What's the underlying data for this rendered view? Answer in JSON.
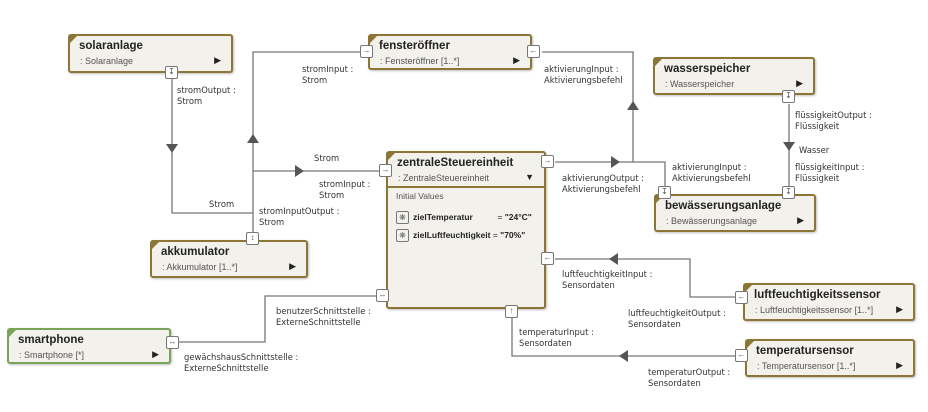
{
  "diagram": {
    "parts": {
      "solaranlage": {
        "name": "solaranlage",
        "type": ": Solaranlage",
        "expand_icon": "triangle-right-icon"
      },
      "fensteroeffner": {
        "name": "fensteröffner",
        "type": ": Fensteröffner [1..*]",
        "expand_icon": "triangle-right-icon"
      },
      "wasserspeicher": {
        "name": "wasserspeicher",
        "type": ": Wasserspeicher",
        "expand_icon": "triangle-right-icon"
      },
      "zentrale": {
        "name": "zentraleSteuereinheit",
        "type": ": ZentraleSteuereinheit",
        "expand_icon": "triangle-down-icon",
        "initial_values_label": "Initial Values",
        "initial_values": [
          {
            "name": "zielTemperatur",
            "equals": "=",
            "value": "\"24°C\""
          },
          {
            "name": "zielLuftfeuchtigkeit",
            "equals": "=",
            "value": "\"70%\""
          }
        ]
      },
      "bewaesserung": {
        "name": "bewässerungsanlage",
        "type": ": Bewässerungsanlage",
        "expand_icon": "triangle-right-icon"
      },
      "akkumulator": {
        "name": "akkumulator",
        "type": ": Akkumulator [1..*]",
        "expand_icon": "triangle-right-icon"
      },
      "luftsensor": {
        "name": "luftfeuchtigkeitssensor",
        "type": ": Luftfeuchtigkeitssensor [1..*]",
        "expand_icon": "triangle-right-icon"
      },
      "tempsensor": {
        "name": "temperatursensor",
        "type": ": Temperatursensor [1..*]",
        "expand_icon": "triangle-right-icon"
      },
      "smartphone": {
        "name": "smartphone",
        "type": ": Smartphone [*]",
        "expand_icon": "triangle-right-icon"
      }
    },
    "port_labels": {
      "stromOutput": [
        "stromOutput :",
        "Strom"
      ],
      "fensterStromInput": [
        "stromInput :",
        "Strom"
      ],
      "fensterAktivierungInput": [
        "aktivierungInput :",
        "Aktivierungsbefehl"
      ],
      "zentraleStromInput": [
        "stromInput :",
        "Strom"
      ],
      "stromInputOutput": [
        "stromInputOutput :",
        "Strom"
      ],
      "aktivierungOutput": [
        "aktivierungOutput :",
        "Aktivierungsbefehl"
      ],
      "bewAktivierungInput": [
        "aktivierungInput :",
        "Aktivierungsbefehl"
      ],
      "fluessigkeitOutput": [
        "flüssigkeitOutput :",
        "Flüssigkeit"
      ],
      "fluessigkeitInput": [
        "flüssigkeitInput :",
        "Flüssigkeit"
      ],
      "luftInput": [
        "luftfeuchtigkeitInput :",
        "Sensordaten"
      ],
      "luftOutput": [
        "luftfeuchtigkeitOutput :",
        "Sensordaten"
      ],
      "tempInput": [
        "temperaturInput :",
        "Sensordaten"
      ],
      "tempOutput": [
        "temperaturOutput :",
        "Sensordaten"
      ],
      "benutzer": [
        "benutzerSchnittstelle :",
        "ExterneSchnittstelle"
      ],
      "gewaechshaus": [
        "gewächshausSchnittstelle :",
        "ExterneSchnittstelle"
      ]
    },
    "flow_labels": {
      "strom_left": "Strom",
      "strom_mid": "Strom",
      "wasser": "Wasser"
    }
  }
}
